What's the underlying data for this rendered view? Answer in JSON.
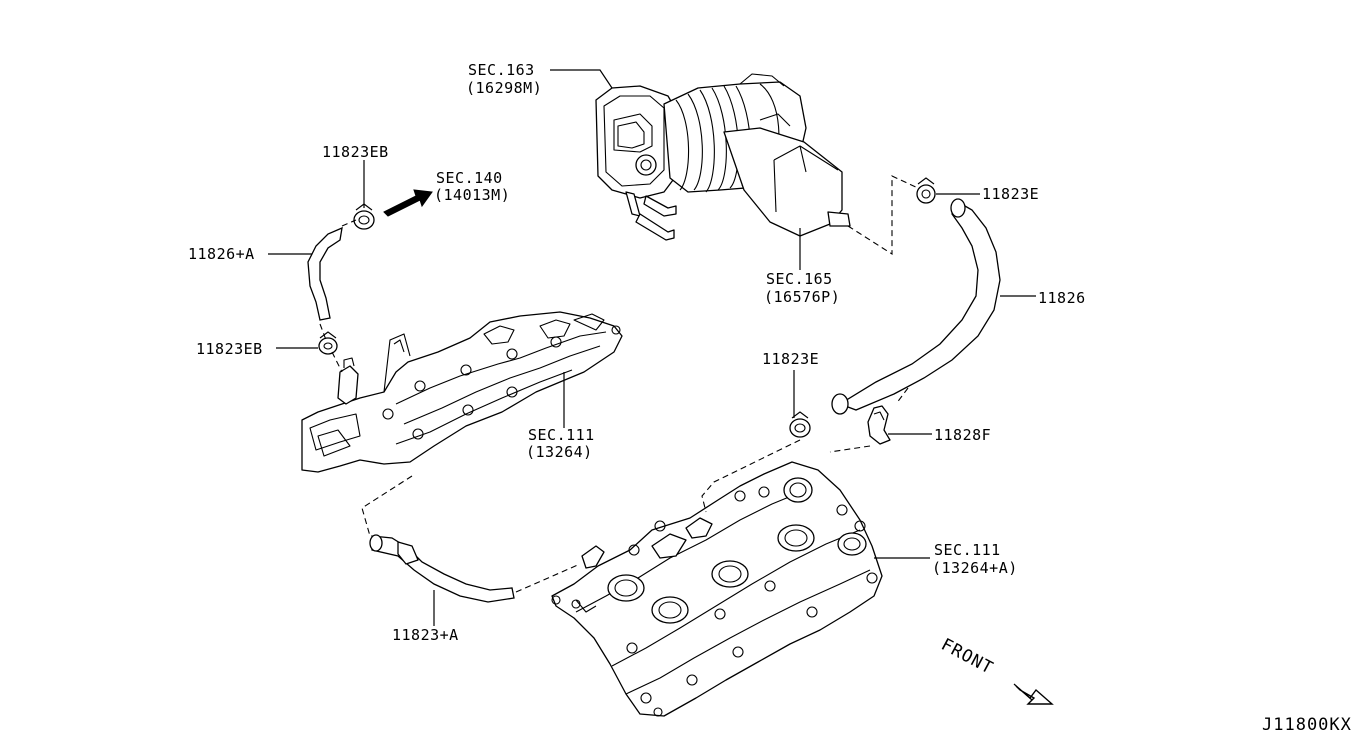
{
  "labels": {
    "sec163": "SEC.163",
    "sec163_ref": "(16298M)",
    "clip_eb_top": "11823EB",
    "sec140": "SEC.140",
    "sec140_ref": "(14013M)",
    "hose_a": "11826+A",
    "clip_eb_left": "11823EB",
    "sec111_left": "SEC.111",
    "sec111_left_ref": "(13264)",
    "sec165": "SEC.165",
    "sec165_ref": "(16576P)",
    "clip_e_right": "11823E",
    "hose_main": "11826",
    "clip_e_mid": "11823E",
    "connector_f": "11828F",
    "sec111_right": "SEC.111",
    "sec111_right_ref": "(13264+A)",
    "hose_lower": "11823+A",
    "front": "FRONT",
    "diagram_id": "J11800KX"
  }
}
